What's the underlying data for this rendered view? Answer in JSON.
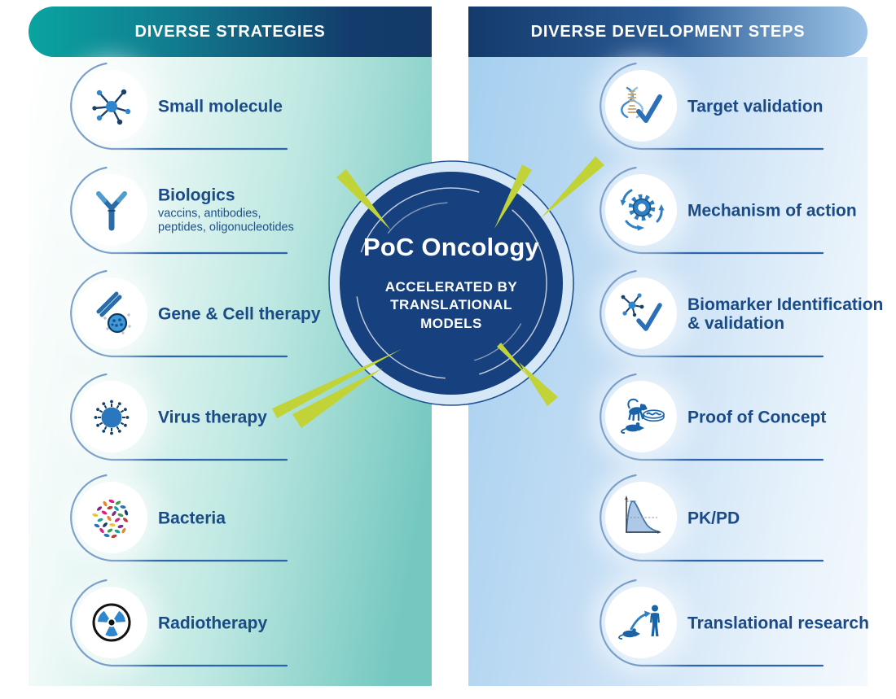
{
  "left_panel": {
    "header": "DIVERSE STRATEGIES",
    "items": [
      {
        "label": "Small molecule",
        "icon": "molecule-icon"
      },
      {
        "label": "Biologics",
        "sub1": "vaccins, antibodies,",
        "sub2": "peptides, oligonucleotides",
        "icon": "antibody-icon"
      },
      {
        "label": "Gene & Cell therapy",
        "icon": "gene-cell-icon"
      },
      {
        "label": "Virus therapy",
        "icon": "virus-icon"
      },
      {
        "label": "Bacteria",
        "icon": "bacteria-icon"
      },
      {
        "label": "Radiotherapy",
        "icon": "radiotherapy-icon"
      }
    ]
  },
  "right_panel": {
    "header": "DIVERSE DEVELOPMENT STEPS",
    "items": [
      {
        "label": "Target validation",
        "icon": "dna-check-icon"
      },
      {
        "label": "Mechanism of action",
        "icon": "gear-cycle-icon"
      },
      {
        "label": "Biomarker Identification",
        "label2": "& validation",
        "icon": "biomarker-check-icon"
      },
      {
        "label": "Proof of Concept",
        "icon": "animal-models-icon"
      },
      {
        "label": "PK/PD",
        "icon": "pk-curve-icon"
      },
      {
        "label": "Translational research",
        "icon": "mouse-to-human-icon"
      }
    ]
  },
  "center": {
    "title": "PoC Oncology",
    "subtitle": "ACCELERATED BY TRANSLATIONAL MODELS"
  },
  "colors": {
    "teal": "#09a4a0",
    "navy": "#143a6c",
    "circle_navy": "#16407e",
    "halo_blue": "#d6e8f8",
    "label_navy": "#1a4b87",
    "line_blue": "#2b64a8",
    "lime_accent": "#c2d338",
    "icon_blue": "#2e86cf"
  }
}
